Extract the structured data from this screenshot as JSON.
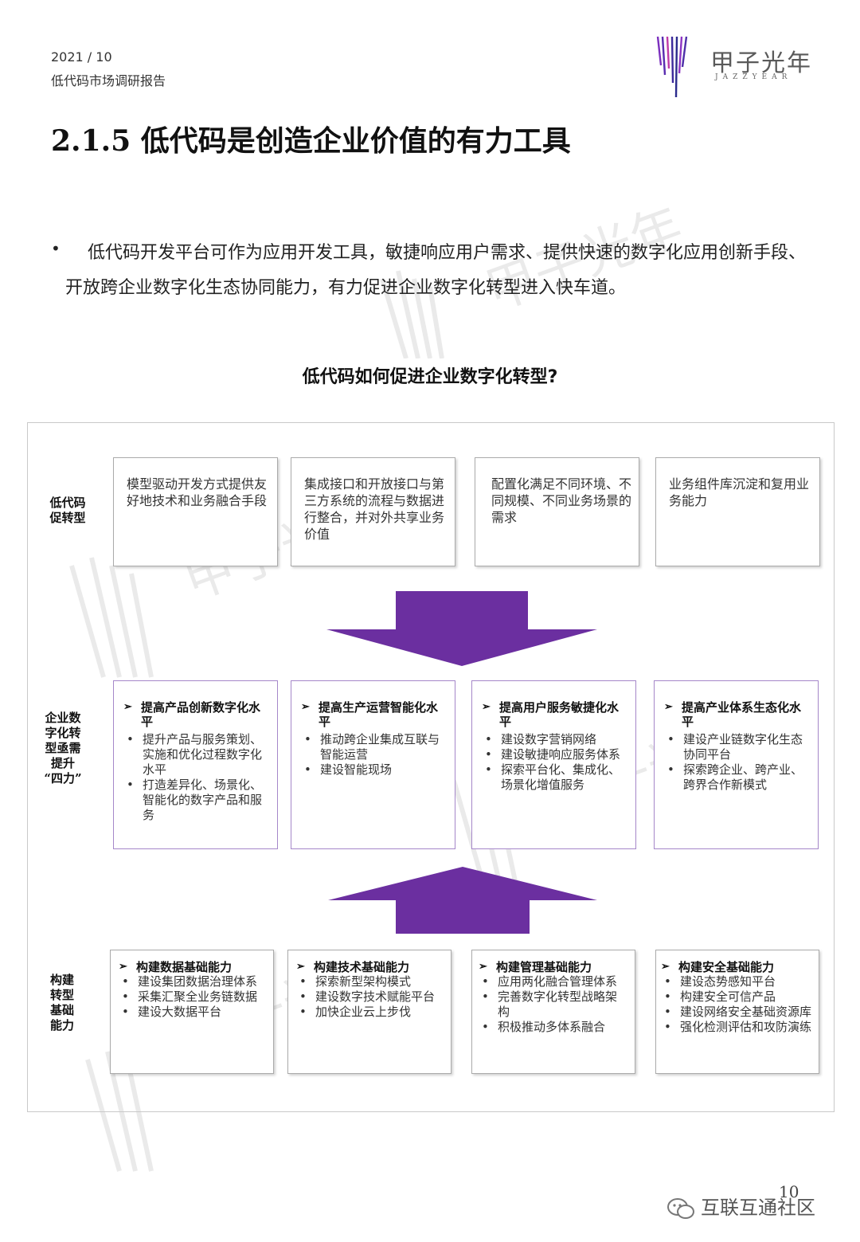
{
  "header": {
    "date": "2021 / 10",
    "report_name": "低代码市场调研报告",
    "logo_cn": "甲子光年",
    "logo_en": "JAZZYEAR"
  },
  "title": "2.1.5 低代码是创造企业价值的有力工具",
  "bullet": "低代码开发平台可作为应用开发工具，敏捷响应用户需求、提供快速的数字化应用创新手段、开放跨企业数字化生态协同能力，有力促进企业数字化转型进入快车道。",
  "diagram": {
    "title": "低代码如何促进企业数字化转型?",
    "rows": {
      "row1_label": "低代码\n促转型",
      "row2_label": "企业数\n字化转\n型亟需\n提升\n“四力”",
      "row3_label": "构建\n转型\n基础\n能力"
    },
    "top_boxes": [
      "模型驱动开发方式提供友好地技术和业务融合手段",
      "集成接口和开放接口与第三方系统的流程与数据进行整合，并对外共享业务价值",
      "配置化满足不同环境、不同规模、不同业务场景的需求",
      "业务组件库沉淀和复用业务能力"
    ],
    "mid_boxes": [
      {
        "head": "提高产品创新数字化水平",
        "items": [
          "提升产品与服务策划、实施和优化过程数字化水平",
          "打造差异化、场景化、智能化的数字产品和服务"
        ]
      },
      {
        "head": "提高生产运营智能化水平",
        "items": [
          "推动跨企业集成互联与智能运营",
          "建设智能现场"
        ]
      },
      {
        "head": "提高用户服务敏捷化水平",
        "items": [
          "建设数字营销网络",
          "建设敏捷响应服务体系",
          "探索平台化、集成化、场景化增值服务"
        ]
      },
      {
        "head": "提高产业体系生态化水平",
        "items": [
          "建设产业链数字化生态协同平台",
          "探索跨企业、跨产业、跨界合作新模式"
        ]
      }
    ],
    "bottom_boxes": [
      {
        "head": "构建数据基础能力",
        "items": [
          "建设集团数据治理体系",
          "采集汇聚全业务链数据",
          "建设大数据平台"
        ]
      },
      {
        "head": "构建技术基础能力",
        "items": [
          "探索新型架构模式",
          "建设数字技术赋能平台",
          "加快企业云上步伐"
        ]
      },
      {
        "head": "构建管理基础能力",
        "items": [
          "应用两化融合管理体系",
          "完善数字化转型战略架构",
          "积极推动多体系融合"
        ]
      },
      {
        "head": "构建安全基础能力",
        "items": [
          "建设态势感知平台",
          "构建安全可信产品",
          "建设网络安全基础资源库",
          "强化检测评估和攻防演练"
        ]
      }
    ]
  },
  "footer": {
    "page_number": "10",
    "source": "互联互通社区"
  },
  "colors": {
    "accent_purple": "#6b2fa0",
    "box_border_purple": "#a587c9"
  }
}
